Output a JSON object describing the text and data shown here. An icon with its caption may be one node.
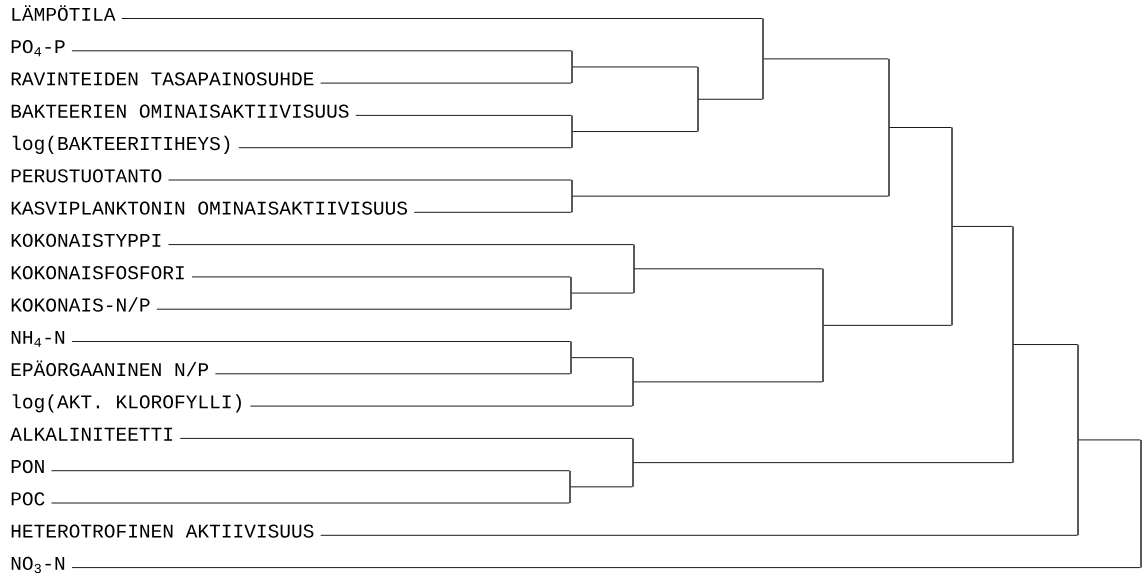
{
  "diagram": {
    "nodes": [
      {
        "text": [
          "LÄMPÖTILA"
        ]
      },
      {
        "text": [
          "PO$_{4}$-P"
        ]
      },
      {
        "text": [
          "RAVINTEIDEN TASAPAINOSUHDE"
        ]
      },
      {
        "text": [
          "BAKTEERIEN OMINAISAKTIIVISUUS"
        ]
      },
      {
        "text": [
          "log(BAKTEERITIHEYS)"
        ]
      },
      {
        "text": [
          "PERUSTUOTANTO"
        ]
      },
      {
        "text": [
          "KASVIPLANKTONIN OMINAISAKTIIVISUUS"
        ]
      },
      {
        "text": [
          "KOKONAISTYPPI"
        ]
      },
      {
        "text": [
          "KOKONAISFOSFORI"
        ]
      },
      {
        "text": [
          "KOKONAIS-N/P"
        ]
      },
      {
        "text": [
          "NH$_{4}$-N"
        ]
      },
      {
        "text": [
          "EPÄORGAANINEN N/P"
        ]
      },
      {
        "text": [
          "log(AKT. KLOROFYLLI)"
        ]
      },
      {
        "text": [
          "ALKALINITEETTI"
        ]
      },
      {
        "text": [
          "PON"
        ]
      },
      {
        "text": [
          "POC"
        ]
      },
      {
        "text": [
          "HETEROTROFINEN AKTIIVISUUS"
        ]
      },
      {
        "text": [
          "NO$_{3}$-N"
        ]
      },
      {
        "text": [],
        "shape": "bar"
      },
      {
        "text": [],
        "shape": "bar"
      },
      {
        "text": [],
        "shape": "bar"
      },
      {
        "text": [],
        "shape": "bar"
      },
      {
        "text": [],
        "shape": "bar"
      },
      {
        "text": [],
        "shape": "bar"
      },
      {
        "text": [],
        "shape": "bar"
      },
      {
        "text": [],
        "shape": "bar"
      },
      {
        "text": [],
        "shape": "bar"
      },
      {
        "text": [],
        "shape": "bar"
      },
      {
        "text": [],
        "shape": "bar"
      },
      {
        "text": [],
        "shape": "bar"
      },
      {
        "text": [],
        "shape": "bar"
      },
      {
        "text": [],
        "shape": "bar"
      },
      {
        "text": [],
        "shape": "bar"
      },
      {
        "text": [],
        "shape": "bar"
      },
      {
        "text": [],
        "shape": "bar"
      }
    ],
    "edges": [
      {
        "from": 1,
        "to": 18,
        "arrow": "none"
      },
      {
        "from": 2,
        "to": 18,
        "arrow": "none"
      },
      {
        "from": 3,
        "to": 19,
        "arrow": "none"
      },
      {
        "from": 4,
        "to": 19,
        "arrow": "none"
      },
      {
        "from": 18,
        "to": 20,
        "arrow": "none"
      },
      {
        "from": 19,
        "to": 20,
        "arrow": "none"
      },
      {
        "from": 0,
        "to": 21,
        "arrow": "none"
      },
      {
        "from": 20,
        "to": 21,
        "arrow": "none"
      },
      {
        "from": 5,
        "to": 22,
        "arrow": "none"
      },
      {
        "from": 6,
        "to": 22,
        "arrow": "none"
      },
      {
        "from": 21,
        "to": 23,
        "arrow": "none"
      },
      {
        "from": 22,
        "to": 23,
        "arrow": "none"
      },
      {
        "from": 8,
        "to": 24,
        "arrow": "none"
      },
      {
        "from": 9,
        "to": 24,
        "arrow": "none"
      },
      {
        "from": 7,
        "to": 25,
        "arrow": "none"
      },
      {
        "from": 24,
        "to": 25,
        "arrow": "none"
      },
      {
        "from": 10,
        "to": 26,
        "arrow": "none"
      },
      {
        "from": 11,
        "to": 26,
        "arrow": "none"
      },
      {
        "from": 26,
        "to": 27,
        "arrow": "none"
      },
      {
        "from": 12,
        "to": 27,
        "arrow": "none"
      },
      {
        "from": 25,
        "to": 28,
        "arrow": "none"
      },
      {
        "from": 27,
        "to": 28,
        "arrow": "none"
      },
      {
        "from": 23,
        "to": 29,
        "arrow": "none"
      },
      {
        "from": 28,
        "to": 29,
        "arrow": "none"
      },
      {
        "from": 14,
        "to": 30,
        "arrow": "none"
      },
      {
        "from": 15,
        "to": 30,
        "arrow": "none"
      },
      {
        "from": 13,
        "to": 31,
        "arrow": "none"
      },
      {
        "from": 30,
        "to": 31,
        "arrow": "none"
      },
      {
        "from": 29,
        "to": 32,
        "arrow": "none"
      },
      {
        "from": 31,
        "to": 32,
        "arrow": "none"
      },
      {
        "from": 32,
        "to": 33,
        "arrow": "none"
      },
      {
        "from": 16,
        "to": 33,
        "arrow": "none"
      },
      {
        "from": 33,
        "to": 34,
        "arrow": "none"
      },
      {
        "from": 17,
        "to": 34,
        "arrow": "none"
      }
    ]
  }
}
